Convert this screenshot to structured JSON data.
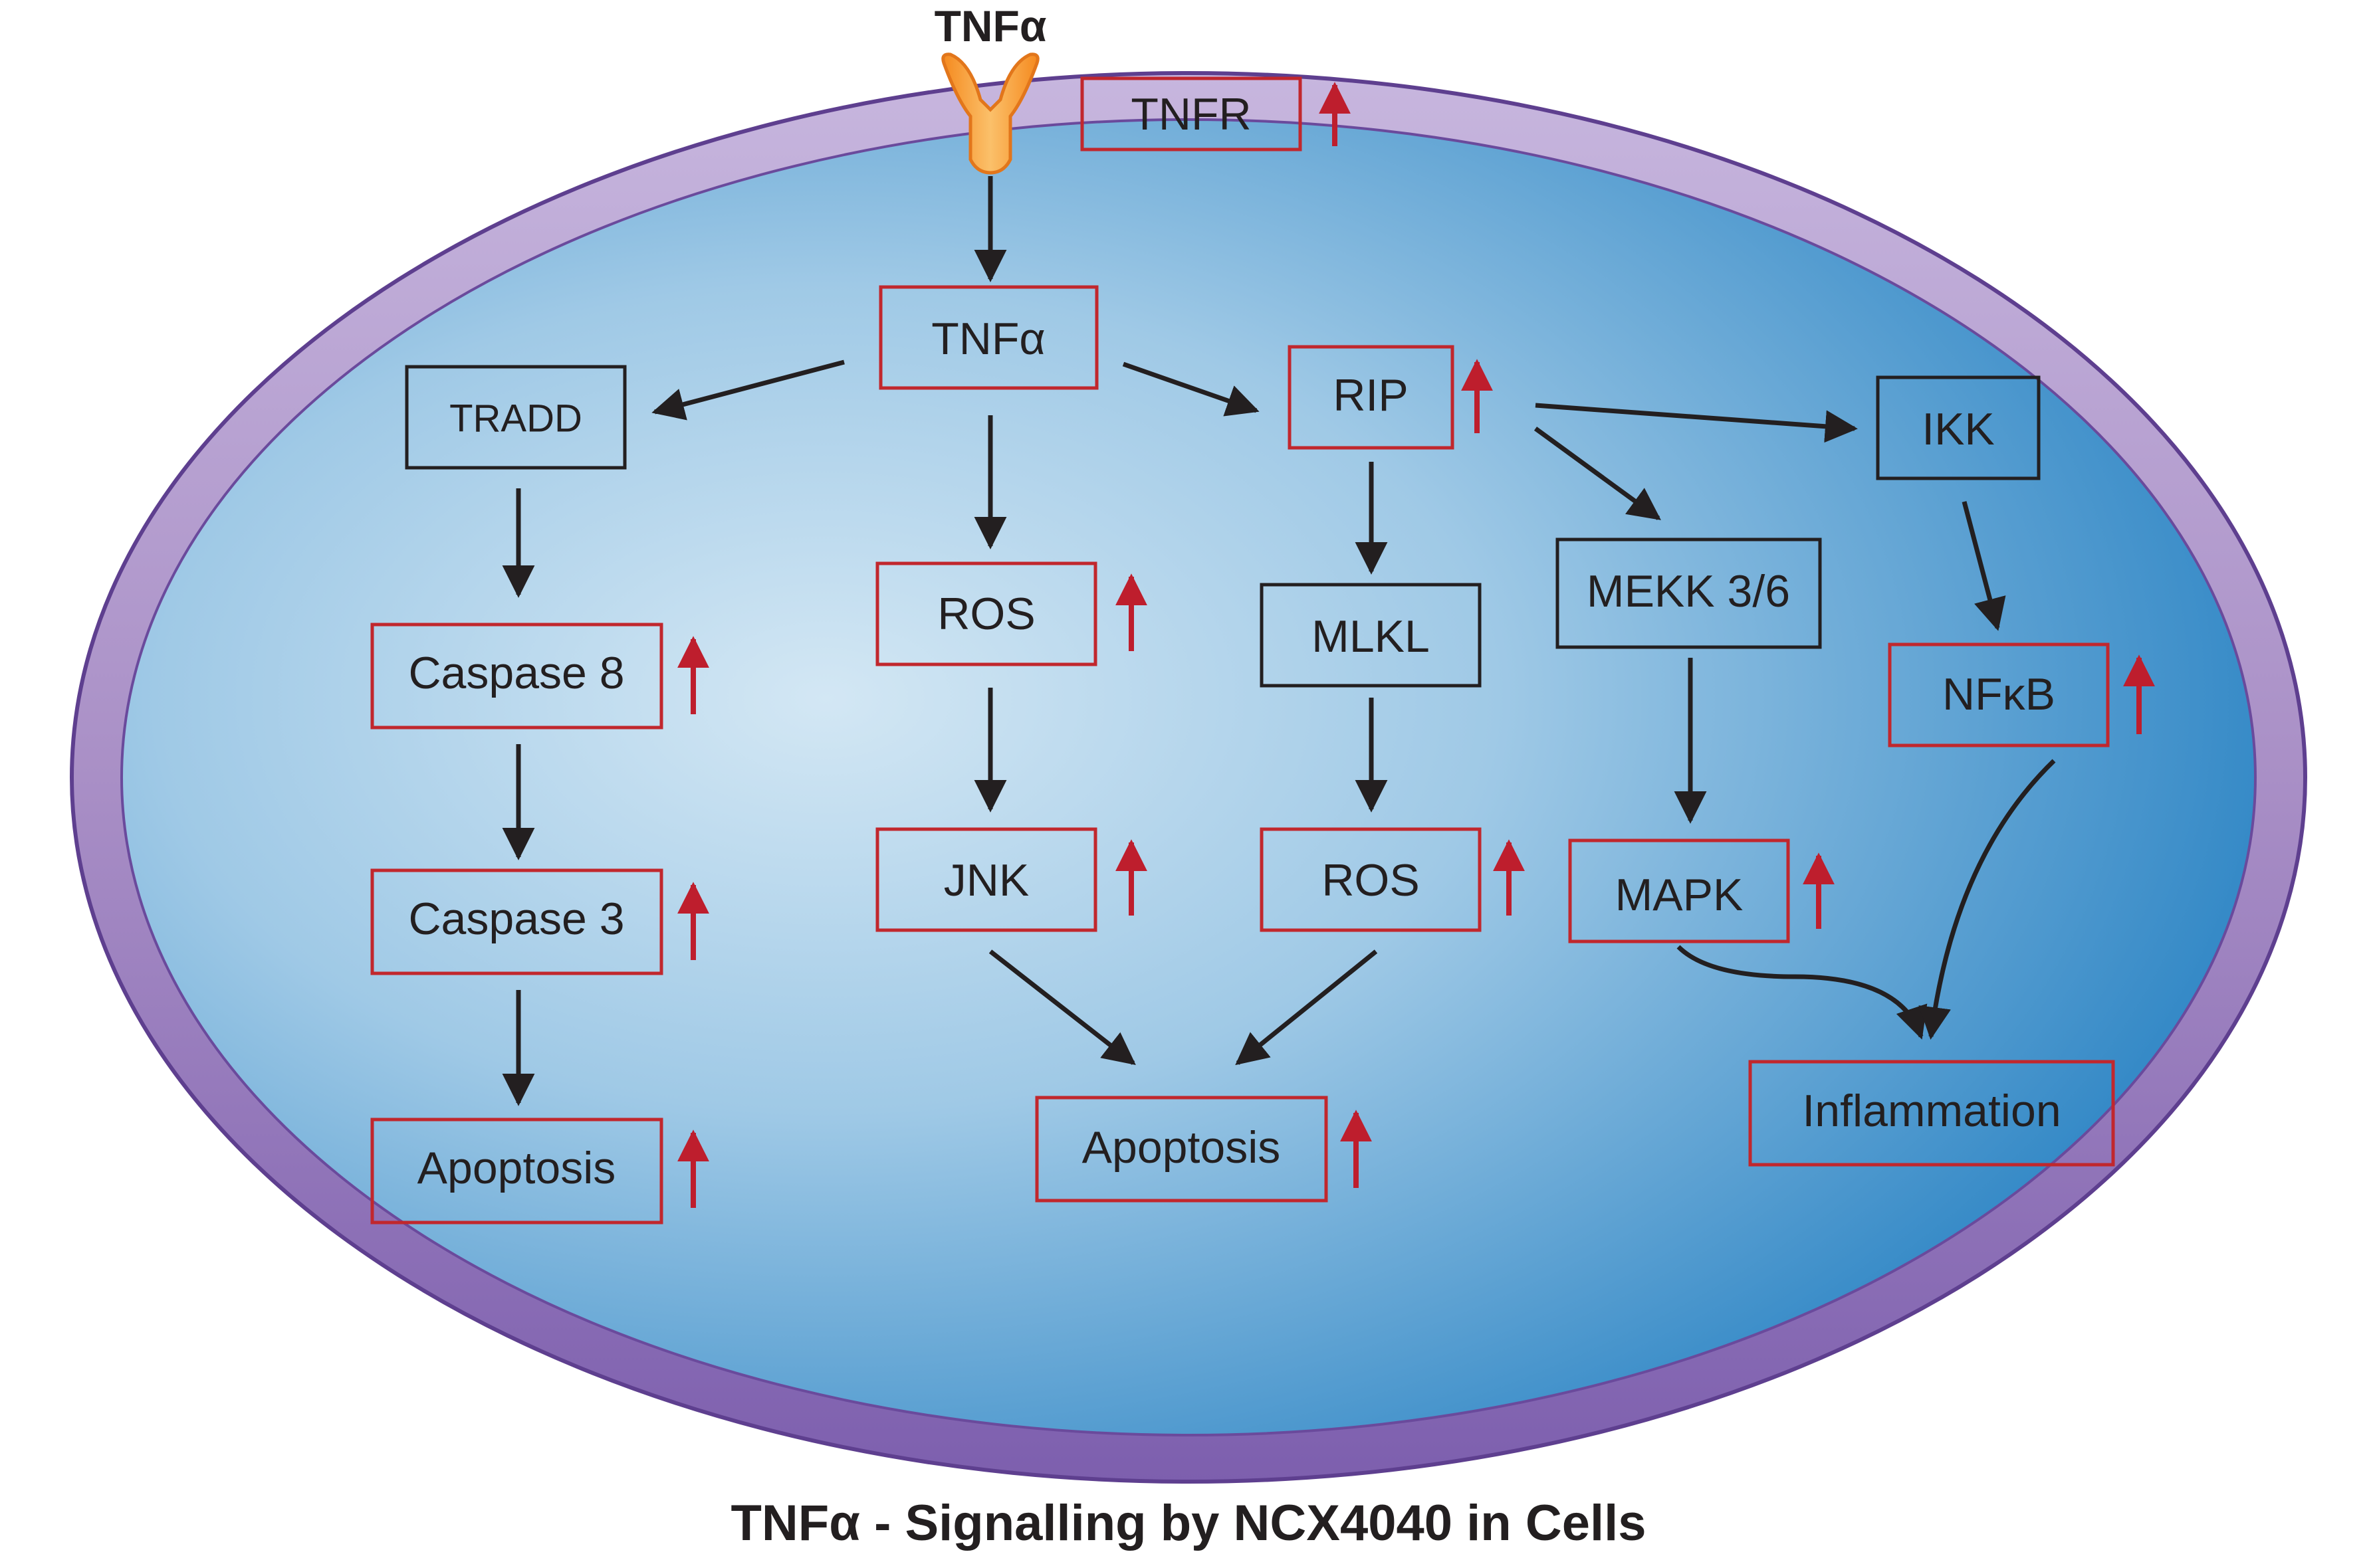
{
  "ligand": {
    "label": "TNFα"
  },
  "title": "TNFα - Signalling by NCX4040 in Cells",
  "nodes": {
    "tnfr": {
      "label": "TNFR",
      "highlight": true,
      "upregulated": true
    },
    "tnfa": {
      "label": "TNFα",
      "highlight": true,
      "upregulated": false
    },
    "tradd": {
      "label": "TRADD",
      "highlight": false,
      "upregulated": false
    },
    "rip": {
      "label": "RIP",
      "highlight": true,
      "upregulated": true
    },
    "ikk": {
      "label": "IKK",
      "highlight": false,
      "upregulated": false
    },
    "caspase8": {
      "label": "Caspase 8",
      "highlight": true,
      "upregulated": true
    },
    "ros1": {
      "label": "ROS",
      "highlight": true,
      "upregulated": true
    },
    "mlkl": {
      "label": "MLKL",
      "highlight": false,
      "upregulated": false
    },
    "mekk": {
      "label": "MEKK 3/6",
      "highlight": false,
      "upregulated": false
    },
    "nfkb": {
      "label": "NFκB",
      "highlight": true,
      "upregulated": true
    },
    "caspase3": {
      "label": "Caspase 3",
      "highlight": true,
      "upregulated": true
    },
    "jnk": {
      "label": "JNK",
      "highlight": true,
      "upregulated": true
    },
    "ros2": {
      "label": "ROS",
      "highlight": true,
      "upregulated": true
    },
    "mapk": {
      "label": "MAPK",
      "highlight": true,
      "upregulated": true
    },
    "apoptosis1": {
      "label": "Apoptosis",
      "highlight": true,
      "upregulated": true
    },
    "apoptosis2": {
      "label": "Apoptosis",
      "highlight": true,
      "upregulated": true
    },
    "inflammation": {
      "label": "Inflammation",
      "highlight": true,
      "upregulated": false
    }
  },
  "colors": {
    "highlight_border": "#c1272d",
    "plain_border": "#231f20",
    "up_arrow": "#be1e2d",
    "flow_arrow": "#231f20",
    "membrane": "#a98fc6",
    "membrane_dark": "#6a4a9c",
    "cytoplasm_light": "#cfe4f2",
    "cytoplasm_dark": "#2f86c5",
    "receptor": "#f7a23b"
  }
}
